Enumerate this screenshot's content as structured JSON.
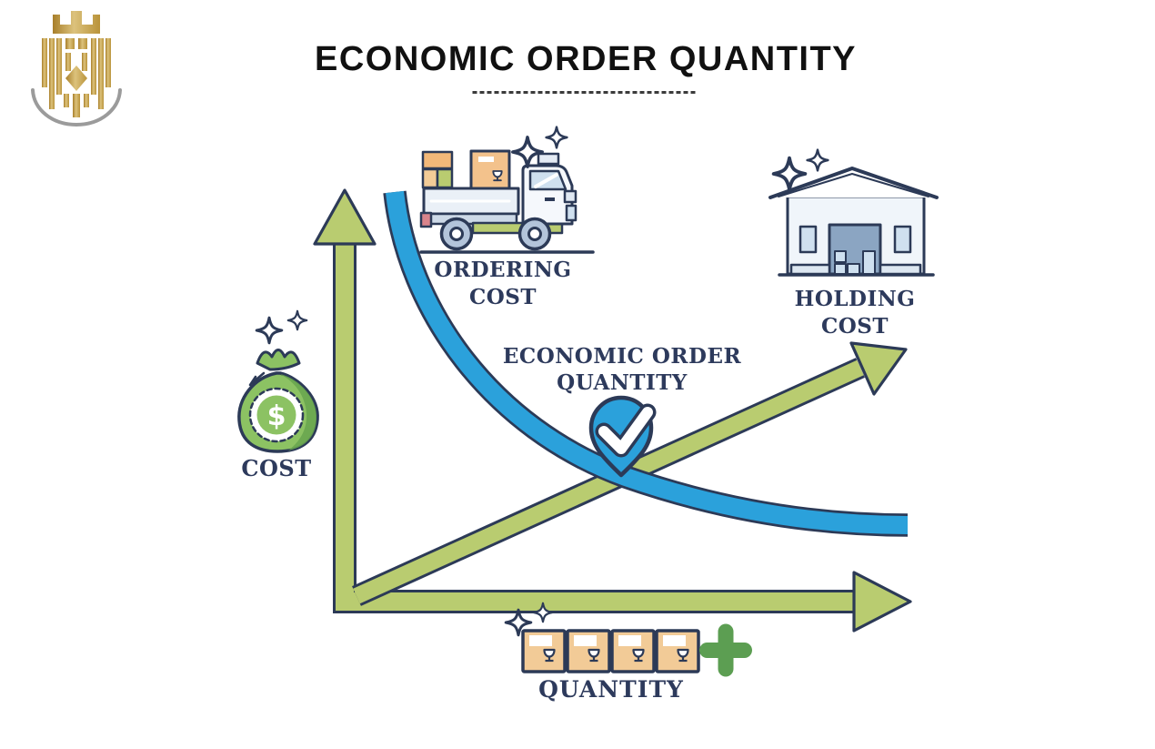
{
  "title": "ECONOMIC ORDER QUANTITY",
  "labels": {
    "ordering": {
      "line1": "ORDERING",
      "line2": "COST"
    },
    "holding": {
      "line1": "HOLDING",
      "line2": "COST"
    },
    "eoq": {
      "line1": "ECONOMIC ORDER",
      "line2": "QUANTITY"
    },
    "cost_axis": "COST",
    "quantity_axis": "QUANTITY"
  },
  "moneybag": {
    "currency": "$"
  },
  "diagram": {
    "type": "conceptual-curve-diagram",
    "x_axis_label": "QUANTITY",
    "y_axis_label": "COST",
    "curves": [
      {
        "name": "Ordering Cost",
        "trend": "decreasing",
        "color": "#2ba1db"
      },
      {
        "name": "Holding Cost",
        "trend": "increasing",
        "color": "#b9cc70"
      }
    ],
    "optimum": "Economic Order Quantity marked with checkmark pin at curve intersection"
  },
  "icons": [
    "brand-logo",
    "truck-icon",
    "warehouse-icon",
    "money-bag-icon",
    "package-box-icon",
    "plus-icon",
    "checkmark-pin-icon",
    "sparkle-icon"
  ],
  "colors": {
    "ink": "#2c3a57",
    "label": "#2d3a5c",
    "title": "#111111",
    "blue": "#2ba1db",
    "lime": "#b9cc70",
    "darkgreen": "#5c9e52",
    "bag": "#8cc263",
    "bagshade": "#67a44d",
    "tan": "#f2cb97",
    "orange": "#f2b879",
    "bigbox": "#f3c28c",
    "lightblue": "#cfe0ef",
    "building": "#f0f5fa",
    "door": "#8ba5c2",
    "wheel": "#b3c4da",
    "red": "#d9848b",
    "bed": "#eaf0f7",
    "skirt": "#cdd9e7",
    "plinth": "#dde7f1",
    "gold1": "#a87f2a",
    "gold2": "#dcc27c",
    "arc": "#9b9b9b"
  }
}
